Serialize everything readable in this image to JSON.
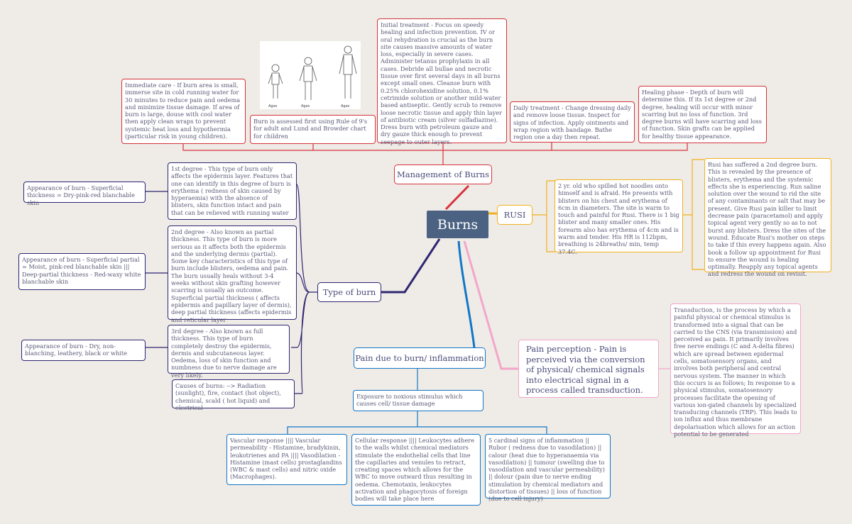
{
  "center": {
    "label": "Burns"
  },
  "branches": {
    "management": "Management of Burns",
    "rusi": "RUSI",
    "type": "Type of burn",
    "pain": "Pain due to burn/ inflammation",
    "perception": "Pain perception - Pain is perceived via the conversion of physical/ chemical signals into electrical signal in a process called transduction."
  },
  "management": {
    "immediate": "Immediate care - If burn area is small, immerse site in cold running water for 30 minutes to reduce pain and oedema and minimize tissue damage. If area of burn is large, douse with cool water then apply clean wraps to prevent systemic heat loss and hypothermia (particular risk in young children).",
    "rule_of_9": "Burn is assessed first using Rule of 9's for adult and Lund and Browder chart for children",
    "initial": "Initial treatment - Focus on speedy healing and infection prevention. IV or oral rehydration is crucial as the burn site causes massive amounts of water loss, especially in severe cases. Administer tetanus prophylaxis in all cases. Debride all bullae and necrotic tissue over first several days in all burns except small ones. Cleanse burn with 0.25% chlorohexidine solution, 0.1% cetrimide solution or another mild-water based antiseptic. Gently scrub to remove loose necrotic tissue and apply thin layer of antibiotic cream (silver sulfadiazine). Dress burn with petroleum gauze and dry gauze thick enough to prevent seepage to outer layers.",
    "daily": "Daily treatment - Change dressing daily and remove loose tissue. Inspect for signs of infection. Apply ointments and wrap region with bandage. Bathe region one a day then repeat.",
    "healing": "Healing phase - Depth of burn will determine this. If its 1st degree or 2nd degree, healing will occur with minor scarring but no loss of function. 3rd degree burns will have scarring and loss of function. Skin grafts can be applied for healthy tissue appearance."
  },
  "figure": {
    "labels": [
      "Ages",
      "Ages",
      "Ages"
    ]
  },
  "rusi": {
    "case": "2 yr. old who spilled hot noodles onto himself and is afraid. He presents with blisters on his chest and erythema of 6cm in diameters. The site is warm to touch and painful for Rusi. There is 1 big blister and many smaller ones. His forearm also has erythema of 4cm and is warm and tender. His HR is 112bpm, breathing is 24breaths/ min, temp 37.4C.",
    "assessment": "Rusi has suffered a 2nd degree burn. This is revealed by the presence of blisters, erythema and the systemic effects she is experiencing. Run saline solution over the wound to rid the site of any contaminants or salt that may be present. Give Rusi pain killer to limit decrease pain (paracetamol) and apply topical agent very gently so as to not burst any blisters. Dress the sites of the wound. Educate Rusi's mother on steps to take if this every happens again. Also book a follow up appointment for Rusi to ensure the wound is healing optimally. Reapply any topical agents and redress the wound on revisit."
  },
  "type": {
    "first": "1st degree - This type of burn only affects the epidermis layer. Features that one can identify in this degree of burn is erythema ( redness of skin caused by hyperaemia) with the absence of blisters, skin function intact and pain that can be relieved with running water",
    "first_app": "Appearance of burn - Superficial thickness = Dry-pink-red blanchable skin",
    "second": "2nd degree - Also known as partial thickness. This type of burn is more serious as it affects both the epidermis and the underlying dermis (partial). Some key characteristics of this type of burn include blisters, oedema and pain. The burn usually heals without 3-4 weeks without skin grafting however scarring is usually an outcome. Superficial partial thickness ( affects epidermis and papillary layer of dermis), deep partial thickness (affects epidermis and reticular layer",
    "second_app": "Appearance of burn - Superficial partial = Moist, pink-red blanchable skin   |||   Deep-partial thickness - Red-waxy white blanchable skin",
    "third": "3rd degree - Also known as full thickness. This type of burn completely destroy the epidermis, dermis and subcutaneous layer. Oedema, loss of skin function and numbness due to nerve damage are very likely.",
    "third_app": "Appearance of burn - Dry, non-blanching, leathery, black or white",
    "causes": "Causes of burns: --> Radiation (sunlight), fire, contact (hot object), chemical, scald ( hot liquid) and electrical"
  },
  "pain": {
    "exposure": "Exposure to noxious stimulus which causes cell/ tissue damage",
    "vascular": "Vascular response  ||||  Vascular permeability - Histamine, bradykinin, leukotrienes and PA   ||||  Vasodilation - Histamine (mast cells) prostaglandins (WBC & mast cells) and nitric oxide (Macrophages).",
    "cellular": "Cellular response  ||||  Leukocytes adhere to the walls whilst chemical mediators stimulate the endothelial cells that line the capillaries and venules to retract, creating spaces which allows for the WBC to move outward thus resulting in oedema. Chemotaxis, leukocytes activation and phagocytosis of foreign bodies will take place here",
    "cardinal": "5 cardinal signs of inflammation || Rubor ( redness due to vasodilation) || calour (heat due to hyperanaemia via vasodilation) || tumour (swelling due to vasodilation and vascular permeability) || dolour (pain due to nerve ending stimulation by chemical mediators and distortion of tissues) || loss of function (due to cell injury)"
  },
  "transduction": "Transduction, is the process by which a painful physical or chemical stimulus is transformed into a signal that can be carried to the CNS (via transmission) and perceived as pain. It primarily involves free nerve endings (C and A-delta fibres) which are spread between epidermal cells, somatosensory organs, and involves both peripheral and central nervous system. The manner in which this occurs is as follows; In response to a physical stimulus, somatosensory processes facilitate the opening of various ion-gated channels by specialized transducing channels (TRP). This leads to ion influx and thus membrane depolarisation which allows for an action potential to be generated",
  "colors": {
    "management": "#d6333c",
    "type": "#2d2672",
    "pain": "#1277c6",
    "rusi": "#f2b01e",
    "perception": "#f3a6cb",
    "center": "#4c6283"
  }
}
